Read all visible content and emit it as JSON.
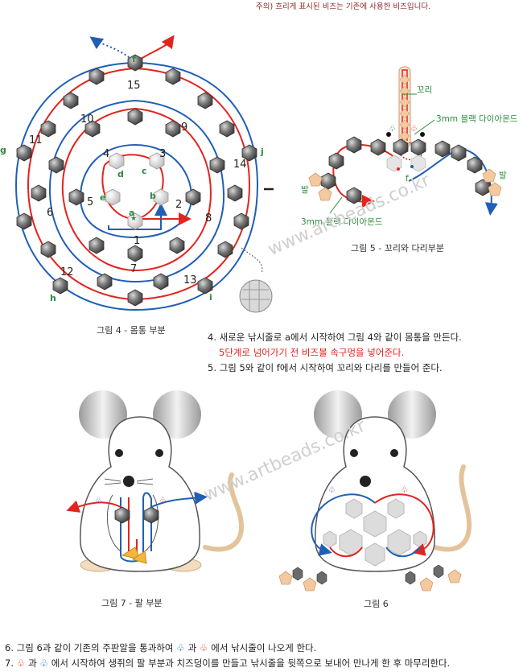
{
  "note": "주의) 흐리게 표시된 비즈는 기존에 사용한 비즈입니다.",
  "fig4": {
    "caption": "그림 4 - 몸통 부분",
    "numbers": [
      "1",
      "2",
      "3",
      "4",
      "5",
      "6",
      "7",
      "8",
      "9",
      "10",
      "11",
      "12",
      "13",
      "14",
      "15"
    ],
    "letters": [
      "a",
      "b",
      "c",
      "d",
      "e",
      "f",
      "g",
      "h",
      "i",
      "j"
    ]
  },
  "fig5": {
    "caption": "그림 5 - 꼬리와 다리부분",
    "tail": "꼬리",
    "diamond_top": "3mm 블랙 다이아몬드",
    "diamond_bottom": "3mm 블랙 다이아몬드",
    "leg_left": "발",
    "leg_right": "발",
    "point_f": "f"
  },
  "steps": {
    "s4": "4. 새로운 낚시줄로 a에서 시작하여 그림 4와 같이 몸통을 만든다.",
    "s4_note": "5단계로 넘어가기 전 비즈볼 속구멍을 넣어준다.",
    "s5": "5. 그림 5와 같이 f에서 시작하여 꼬리와 다리를 만들어 준다."
  },
  "fig7": {
    "caption": "그림 7 - 팔 부분"
  },
  "fig6": {
    "caption": "그림 6"
  },
  "final": {
    "s6_a": "6. 그림 6과 같이 기존의 주판알을 통과하여",
    "s6_b": "과",
    "s6_c": "에서 낚시줄이 나오게 한다.",
    "s7_a": "7.",
    "s7_b": "과",
    "s7_c": "에서 시작하여 생쥐의 팔 부분과 치즈덩이를 만들고 낚시줄을 뒷쪽으로 보내어 만나게 한 후 마무리한다."
  },
  "watermark": "www.artbeads.co.kr",
  "colors": {
    "red": "#e2241f",
    "blue": "#1f5fb5",
    "bead": "#6b6b6b",
    "green": "#2e8b3e"
  }
}
